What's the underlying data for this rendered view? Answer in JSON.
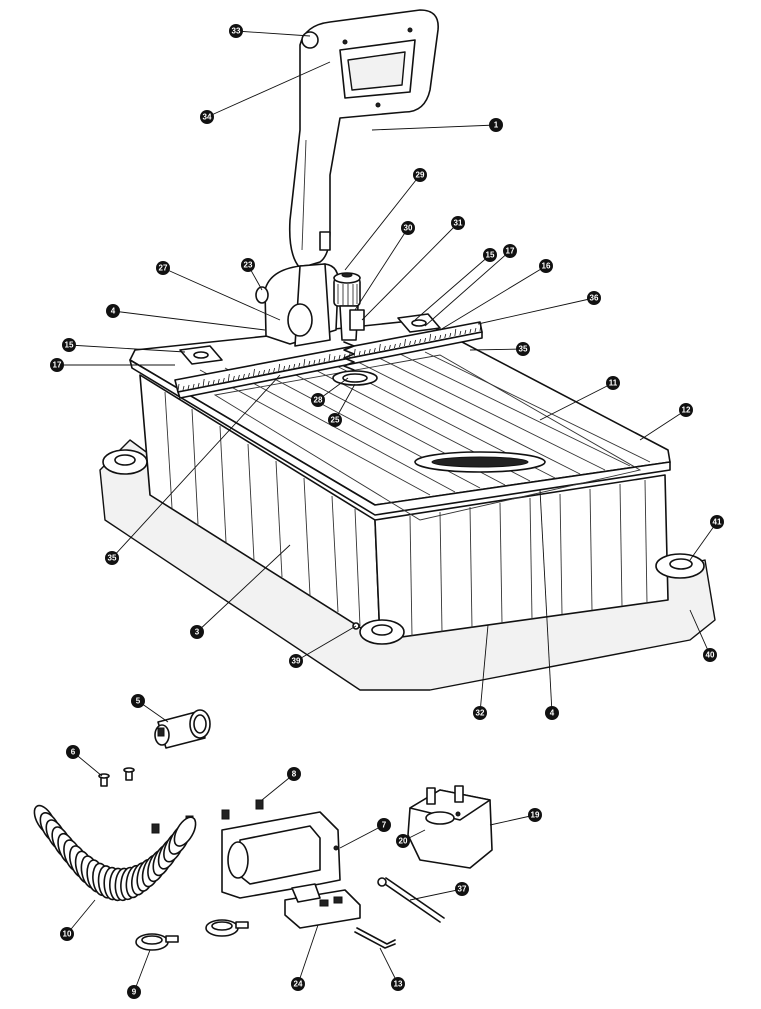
{
  "callouts": [
    {
      "id": "c1",
      "label": "1"
    },
    {
      "id": "c33",
      "label": "33"
    },
    {
      "id": "c34",
      "label": "34"
    },
    {
      "id": "c29",
      "label": "29"
    },
    {
      "id": "c30",
      "label": "30"
    },
    {
      "id": "c31",
      "label": "31"
    },
    {
      "id": "c15a",
      "label": "15"
    },
    {
      "id": "c17a",
      "label": "17"
    },
    {
      "id": "c16",
      "label": "16"
    },
    {
      "id": "c36",
      "label": "36"
    },
    {
      "id": "c35a",
      "label": "35"
    },
    {
      "id": "c27",
      "label": "27"
    },
    {
      "id": "c23",
      "label": "23"
    },
    {
      "id": "c4a",
      "label": "4"
    },
    {
      "id": "c15b",
      "label": "15"
    },
    {
      "id": "c17b",
      "label": "17"
    },
    {
      "id": "c28",
      "label": "28"
    },
    {
      "id": "c25",
      "label": "25"
    },
    {
      "id": "c11",
      "label": "11"
    },
    {
      "id": "c12",
      "label": "12"
    },
    {
      "id": "c35b",
      "label": "35"
    },
    {
      "id": "c41",
      "label": "41"
    },
    {
      "id": "c40",
      "label": "40"
    },
    {
      "id": "c3",
      "label": "3"
    },
    {
      "id": "c39",
      "label": "39"
    },
    {
      "id": "c32",
      "label": "32"
    },
    {
      "id": "c4b",
      "label": "4"
    },
    {
      "id": "c5",
      "label": "5"
    },
    {
      "id": "c6",
      "label": "6"
    },
    {
      "id": "c8",
      "label": "8"
    },
    {
      "id": "c7",
      "label": "7"
    },
    {
      "id": "c19",
      "label": "19"
    },
    {
      "id": "c20",
      "label": "20"
    },
    {
      "id": "c37",
      "label": "37"
    },
    {
      "id": "c10",
      "label": "10"
    },
    {
      "id": "c9",
      "label": "9"
    },
    {
      "id": "c24",
      "label": "24"
    },
    {
      "id": "c13",
      "label": "13"
    }
  ]
}
